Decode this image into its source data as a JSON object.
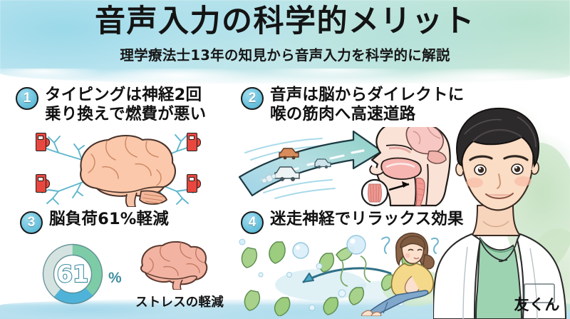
{
  "header": {
    "title": "音声入力の科学的メリット",
    "subtitle": "理学療法士13年の知見から音声入力を科学的に解説"
  },
  "sections": [
    {
      "number": "1",
      "heading": "タイピングは神経2回\n乗り換えで燃費が悪い",
      "illustration": "brain-with-neurons-and-fuel-pumps"
    },
    {
      "number": "2",
      "heading": "音声は脳からダイレクトに\n喉の筋肉へ高速道路",
      "illustration": "highway-arrow-and-throat-anatomy"
    },
    {
      "number": "3",
      "heading": "脳負荷61%軽減",
      "illustration": "donut-chart-and-brain",
      "caption": "ストレスの軽減"
    },
    {
      "number": "4",
      "heading": "迷走神経でリラックス効果",
      "illustration": "relaxing-woman-with-leaves"
    }
  ],
  "chart_data": {
    "type": "pie",
    "title": "脳負荷61%軽減",
    "center_label": "61",
    "unit_label": "%",
    "categories": [
      "軽減（緑）",
      "軽減（青）",
      "残り"
    ],
    "values": [
      38,
      23,
      39
    ],
    "colors": [
      "#79c9a8",
      "#4fb3d9",
      "#e2eeec"
    ],
    "legend": "none",
    "grid": false
  },
  "signature": "友くん",
  "colors": {
    "badge_fill": "#6ec4de",
    "title_text": "#141414",
    "donut_green": "#79c9a8",
    "donut_blue": "#4fb3d9",
    "donut_track": "#e2eeec",
    "pump_red": "#e8473f",
    "bg_top_blue": "#b6e2ef",
    "bg_top_green": "#cde9d9",
    "bg_bottom_blue": "#b7dfed"
  }
}
